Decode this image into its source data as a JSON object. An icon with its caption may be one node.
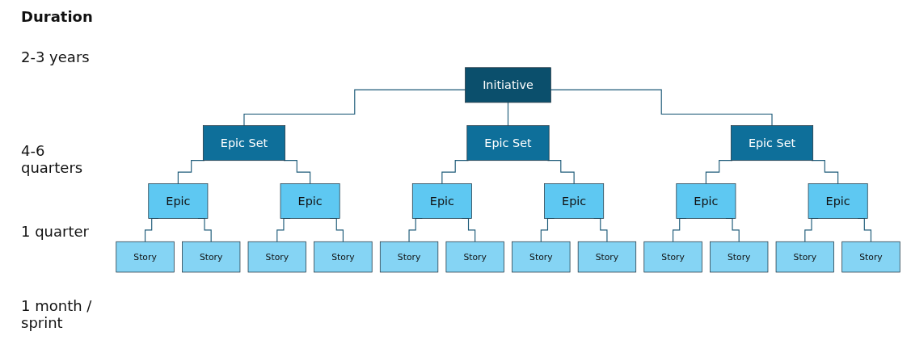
{
  "diagram": {
    "nodes": [
      {
        "text": [
          "Initiative"
        ]
      },
      {
        "text": [
          "Epic Set"
        ]
      },
      {
        "text": [
          "Epic Set"
        ]
      },
      {
        "text": [
          "Epic Set"
        ]
      },
      {
        "text": [
          "Epic"
        ]
      },
      {
        "text": [
          "Epic"
        ]
      },
      {
        "text": [
          "Epic"
        ]
      },
      {
        "text": [
          "Epic"
        ]
      },
      {
        "text": [
          "Epic"
        ]
      },
      {
        "text": [
          "Epic"
        ]
      },
      {
        "text": [
          "Story"
        ]
      },
      {
        "text": [
          "Story"
        ]
      },
      {
        "text": [
          "Story"
        ]
      },
      {
        "text": [
          "Story"
        ]
      },
      {
        "text": [
          "Story"
        ]
      },
      {
        "text": [
          "Story"
        ]
      },
      {
        "text": [
          "Story"
        ]
      },
      {
        "text": [
          "Story"
        ]
      },
      {
        "text": [
          "Story"
        ]
      },
      {
        "text": [
          "Story"
        ]
      },
      {
        "text": [
          "Story"
        ]
      },
      {
        "text": [
          "Story"
        ]
      }
    ],
    "edges": [
      {
        "from": 0,
        "to": 1,
        "arrow": "none"
      },
      {
        "from": 0,
        "to": 2,
        "arrow": "none"
      },
      {
        "from": 0,
        "to": 3,
        "arrow": "none"
      },
      {
        "from": 1,
        "to": 4,
        "arrow": "none"
      },
      {
        "from": 1,
        "to": 5,
        "arrow": "none"
      },
      {
        "from": 2,
        "to": 6,
        "arrow": "none"
      },
      {
        "from": 2,
        "to": 7,
        "arrow": "none"
      },
      {
        "from": 3,
        "to": 8,
        "arrow": "none"
      },
      {
        "from": 3,
        "to": 9,
        "arrow": "none"
      },
      {
        "from": 4,
        "to": 10,
        "arrow": "none"
      },
      {
        "from": 4,
        "to": 11,
        "arrow": "none"
      },
      {
        "from": 5,
        "to": 12,
        "arrow": "none"
      },
      {
        "from": 5,
        "to": 13,
        "arrow": "none"
      },
      {
        "from": 6,
        "to": 14,
        "arrow": "none"
      },
      {
        "from": 6,
        "to": 15,
        "arrow": "none"
      },
      {
        "from": 7,
        "to": 16,
        "arrow": "none"
      },
      {
        "from": 7,
        "to": 17,
        "arrow": "none"
      },
      {
        "from": 8,
        "to": 18,
        "arrow": "none"
      },
      {
        "from": 8,
        "to": 19,
        "arrow": "none"
      },
      {
        "from": 9,
        "to": 20,
        "arrow": "none"
      },
      {
        "from": 9,
        "to": 21,
        "arrow": "none"
      }
    ],
    "labels": [
      "Duration",
      "2-3 years",
      "4-6 quarters",
      "1 quarter",
      "1 month / sprint"
    ]
  }
}
